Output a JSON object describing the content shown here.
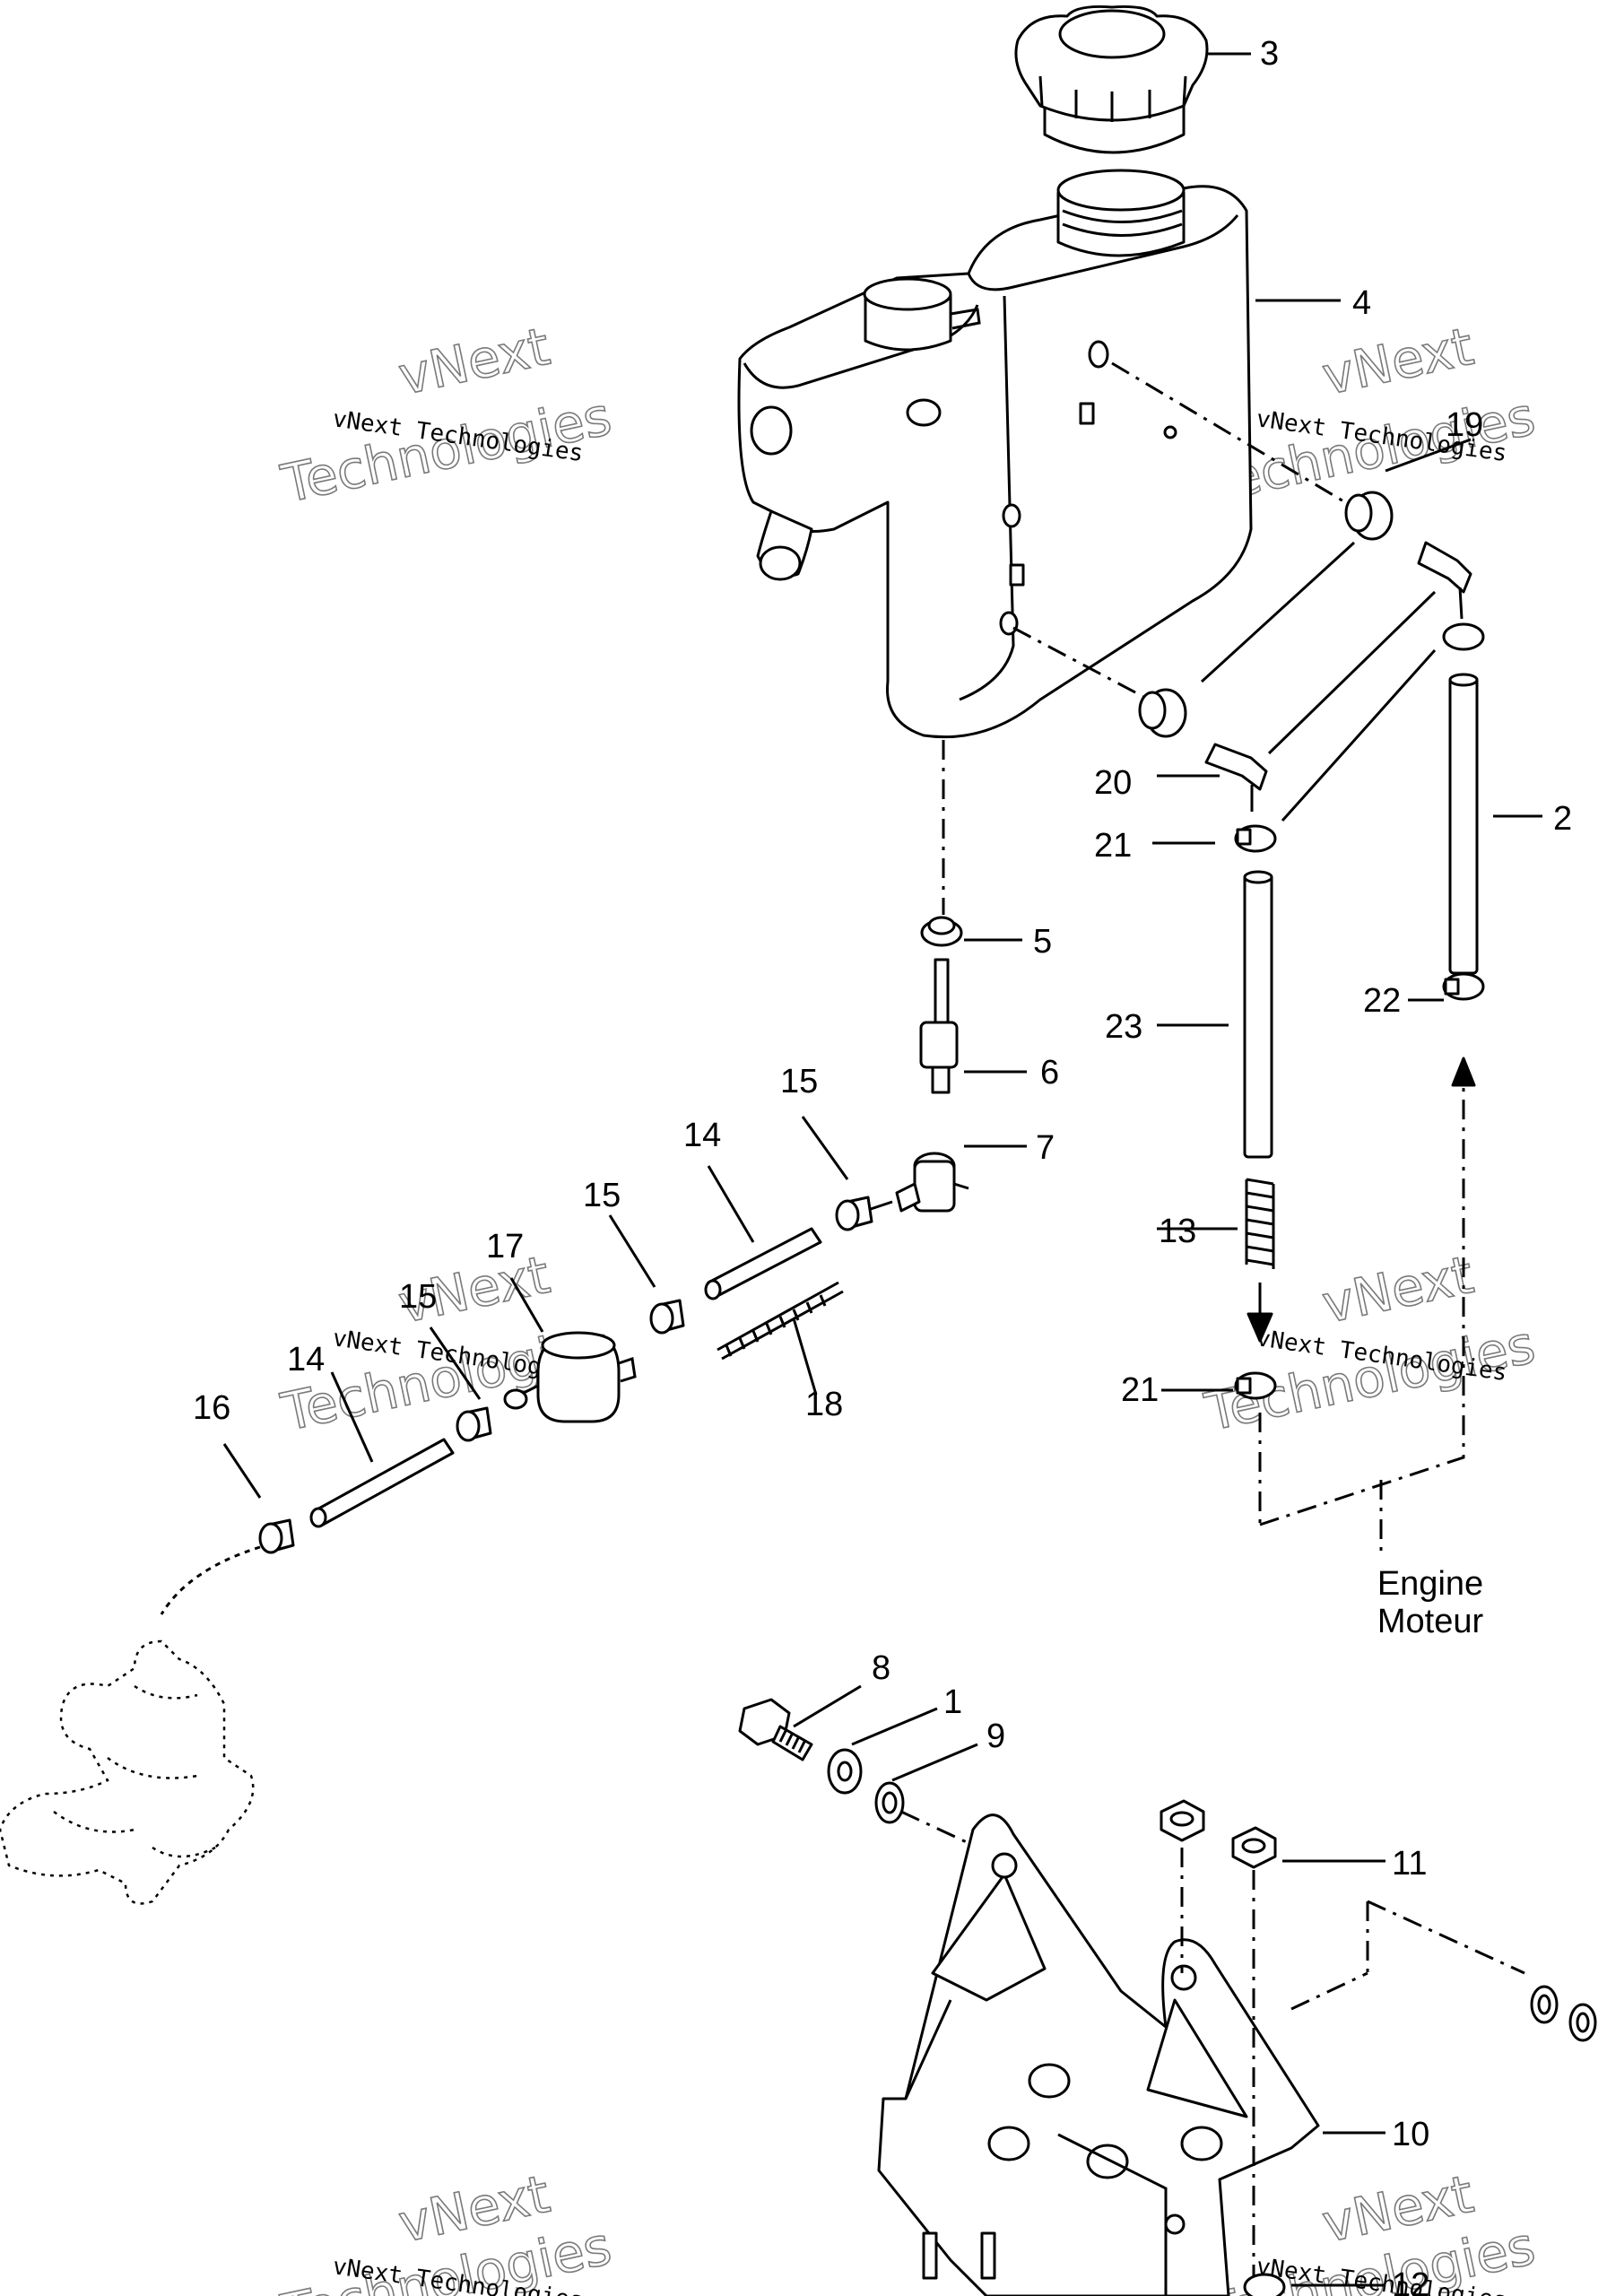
{
  "callouts": {
    "c3": "3",
    "c4": "4",
    "c19": "19",
    "c2": "2",
    "c20": "20",
    "c21a": "21",
    "c5": "5",
    "c22": "22",
    "c23": "23",
    "c6": "6",
    "c15a": "15",
    "c7": "7",
    "c14a": "14",
    "c15b": "15",
    "c13": "13",
    "c17": "17",
    "c15c": "15",
    "c14b": "14",
    "c18": "18",
    "c21b": "21",
    "c16": "16",
    "c8": "8",
    "c1": "1",
    "c9": "9",
    "c11": "11",
    "c10": "10",
    "c12": "12"
  },
  "engine_label": {
    "line1": "Engine",
    "line2": "Moteur"
  },
  "watermark": {
    "small": "vNext Technologies",
    "big1": "vNext",
    "big2": "Technologies"
  }
}
